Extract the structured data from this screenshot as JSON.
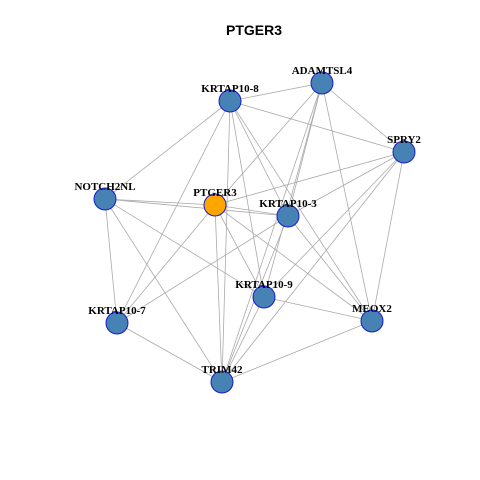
{
  "title": "PTGER3",
  "colors": {
    "query_node": "#FFA500",
    "node": "#4682B4",
    "node_border": "#1A1ACC",
    "edge": "#AAAAAA"
  },
  "network": {
    "nodes": [
      {
        "id": "PTGER3",
        "label": "PTGER3",
        "query": true
      },
      {
        "id": "ADAMTSL4",
        "label": "ADAMTSL4"
      },
      {
        "id": "KRTAP10-8",
        "label": "KRTAP10-8"
      },
      {
        "id": "SPRY2",
        "label": "SPRY2"
      },
      {
        "id": "NOTCH2NL",
        "label": "NOTCH2NL"
      },
      {
        "id": "KRTAP10-3",
        "label": "KRTAP10-3"
      },
      {
        "id": "KRTAP10-9",
        "label": "KRTAP10-9"
      },
      {
        "id": "KRTAP10-7",
        "label": "KRTAP10-7"
      },
      {
        "id": "MEOX2",
        "label": "MEOX2"
      },
      {
        "id": "TRIM42",
        "label": "TRIM42"
      }
    ],
    "edges": [
      [
        "KRTAP10-8",
        "ADAMTSL4"
      ],
      [
        "KRTAP10-8",
        "SPRY2"
      ],
      [
        "KRTAP10-8",
        "NOTCH2NL"
      ],
      [
        "KRTAP10-8",
        "KRTAP10-3"
      ],
      [
        "KRTAP10-8",
        "KRTAP10-9"
      ],
      [
        "KRTAP10-8",
        "MEOX2"
      ],
      [
        "KRTAP10-8",
        "KRTAP10-7"
      ],
      [
        "KRTAP10-8",
        "TRIM42"
      ],
      [
        "ADAMTSL4",
        "SPRY2"
      ],
      [
        "ADAMTSL4",
        "PTGER3"
      ],
      [
        "ADAMTSL4",
        "KRTAP10-3"
      ],
      [
        "ADAMTSL4",
        "KRTAP10-9"
      ],
      [
        "ADAMTSL4",
        "TRIM42"
      ],
      [
        "ADAMTSL4",
        "MEOX2"
      ],
      [
        "SPRY2",
        "PTGER3"
      ],
      [
        "SPRY2",
        "KRTAP10-3"
      ],
      [
        "SPRY2",
        "KRTAP10-9"
      ],
      [
        "SPRY2",
        "MEOX2"
      ],
      [
        "SPRY2",
        "TRIM42"
      ],
      [
        "NOTCH2NL",
        "PTGER3"
      ],
      [
        "NOTCH2NL",
        "KRTAP10-3"
      ],
      [
        "NOTCH2NL",
        "KRTAP10-9"
      ],
      [
        "NOTCH2NL",
        "KRTAP10-7"
      ],
      [
        "NOTCH2NL",
        "TRIM42"
      ],
      [
        "PTGER3",
        "KRTAP10-3"
      ],
      [
        "PTGER3",
        "KRTAP10-9"
      ],
      [
        "PTGER3",
        "KRTAP10-7"
      ],
      [
        "PTGER3",
        "TRIM42"
      ],
      [
        "PTGER3",
        "MEOX2"
      ],
      [
        "KRTAP10-3",
        "KRTAP10-7"
      ],
      [
        "KRTAP10-3",
        "TRIM42"
      ],
      [
        "KRTAP10-3",
        "MEOX2"
      ],
      [
        "KRTAP10-9",
        "MEOX2"
      ],
      [
        "KRTAP10-9",
        "TRIM42"
      ],
      [
        "KRTAP10-7",
        "TRIM42"
      ],
      [
        "MEOX2",
        "TRIM42"
      ]
    ]
  }
}
